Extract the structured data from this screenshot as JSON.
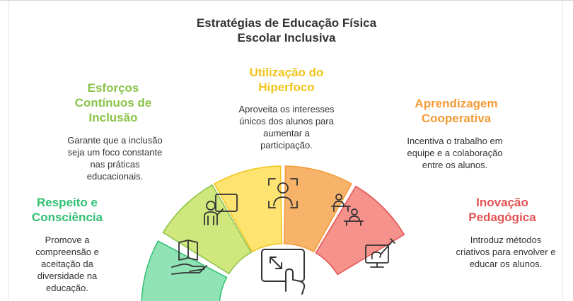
{
  "title": "Estratégias de Educação Física\nEscolar Inclusiva",
  "colors": {
    "respeito": "#2fbf71",
    "esforcos": "#8bc34a",
    "hiperfoco": "#f0c419",
    "cooperativa": "#f39a35",
    "inovacao": "#e45252"
  },
  "strategies": [
    {
      "key": "respeito",
      "title": "Respeito e\nConsciência",
      "description": "Promove a\ncompreensão e\naceitação da\ndiversidade na\neducação.",
      "icon": "open-book-hand-icon",
      "fill": "#8fe3b4"
    },
    {
      "key": "esforcos",
      "title": "Esforços\nContínuos de\nInclusão",
      "description": "Garante que a inclusão\nseja um foco constante\nnas práticas\neducacionais.",
      "icon": "teacher-board-icon",
      "fill": "#cfe77d"
    },
    {
      "key": "hiperfoco",
      "title": "Utilização do\nHiperfoco",
      "description": "Aproveita os interesses\núnicos dos alunos para\naumentar a\nparticipação.",
      "icon": "focus-person-icon",
      "fill": "#fde36f"
    },
    {
      "key": "cooperativa",
      "title": "Aprendizagem\nCooperativa",
      "description": "Incentiva o trabalho em\nequipe e a colaboração\nentre os alunos.",
      "icon": "students-desks-icon",
      "fill": "#f7b36a"
    },
    {
      "key": "inovacao",
      "title": "Inovação\nPedagógica",
      "description": "Introduz métodos\ncriativos para envolver e\neducar os alunos.",
      "icon": "digital-drawing-icon",
      "fill": "#f6928c"
    }
  ],
  "center_icon": "touch-expand-icon"
}
